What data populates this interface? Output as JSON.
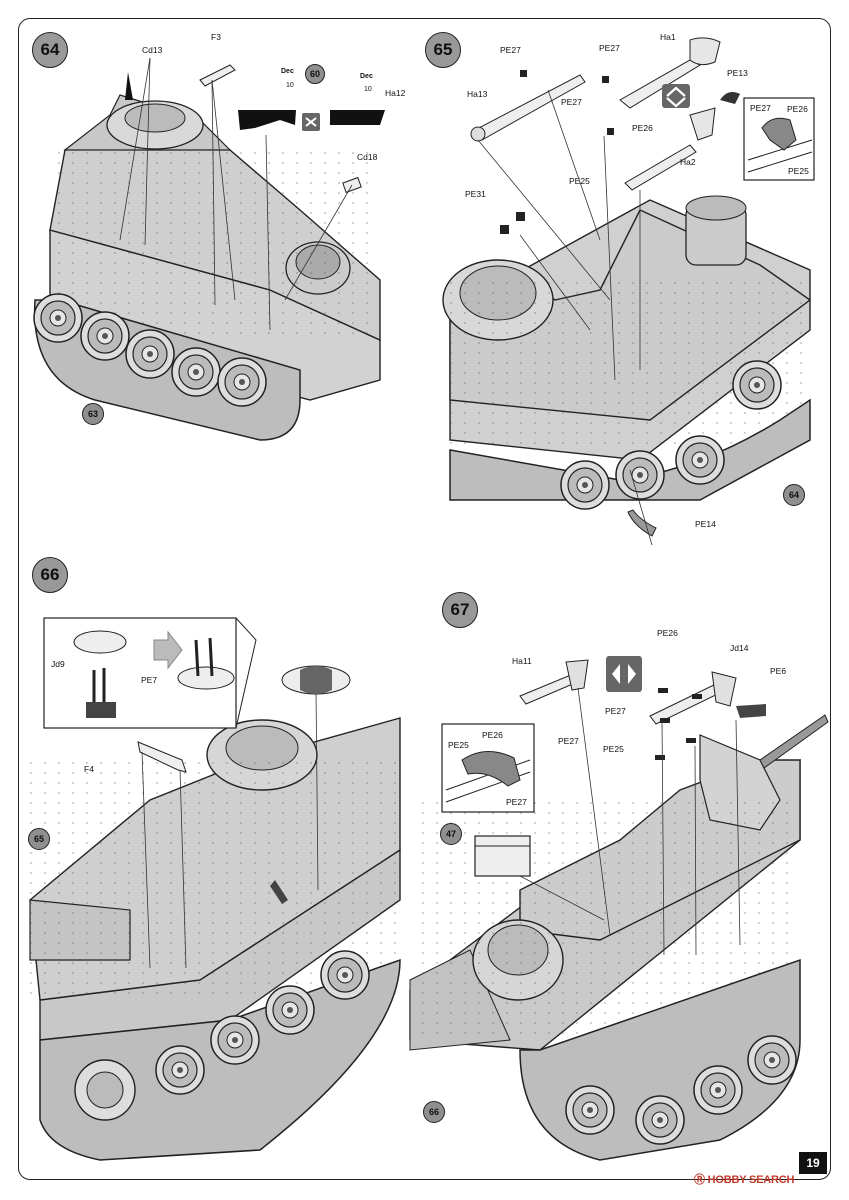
{
  "page": {
    "number": "19",
    "watermark": "Ⓡ HOBBY SEARCH"
  },
  "steps": [
    {
      "number": "64",
      "previous_ref": "63",
      "parts": [
        "Cd13",
        "F3",
        "Ha12",
        "Cd18"
      ],
      "decal_badge": "60",
      "decal_label": "Dec",
      "decal_number": "10"
    },
    {
      "number": "65",
      "previous_ref": "64",
      "parts": [
        "Ha1",
        "Ha13",
        "PE27",
        "PE27",
        "PE27",
        "PE13",
        "PE26",
        "Ha2",
        "PE25",
        "PE31",
        "PE14"
      ],
      "inset_parts": [
        "PE27",
        "PE26",
        "PE25"
      ]
    },
    {
      "number": "66",
      "previous_ref": "65",
      "parts": [
        "F4"
      ],
      "inset_parts": [
        "Jd9",
        "PE7"
      ]
    },
    {
      "number": "67",
      "previous_ref": "66",
      "parts": [
        "Ha11",
        "PE26",
        "Jd14",
        "PE6",
        "PE27",
        "PE27",
        "PE25"
      ],
      "side_ref": "47",
      "inset_parts": [
        "PE25",
        "PE26",
        "PE27"
      ]
    }
  ]
}
